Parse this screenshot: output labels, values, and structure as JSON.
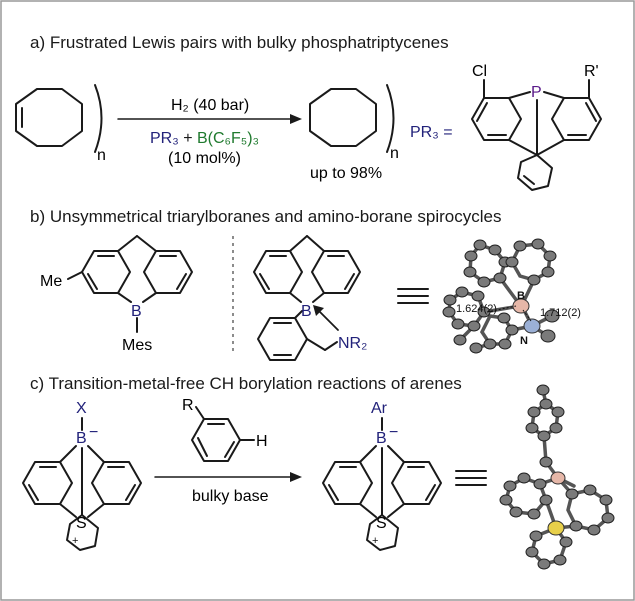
{
  "colors": {
    "text": "#1a1a1a",
    "boron_blue": "#22227a",
    "phosphorus_violet": "#5a1a8a",
    "borane_green": "#1f7a2e",
    "border": "#999999"
  },
  "panel_a": {
    "title": "a) Frustrated Lewis pairs with bulky phosphatriptycenes",
    "above_arrow": "H₂ (40 bar)",
    "below_arrow_pr3": "PR₃",
    "below_arrow_plus": " + ",
    "below_arrow_borane": "B(C₆F₅)₃",
    "catalyst_loading": "(10 mol%)",
    "reactant_subscript": "n",
    "product_subscript": "n",
    "yield": "up to 98%",
    "pr3_eq": "PR₃ =",
    "atom_cl": "Cl",
    "atom_p": "P",
    "atom_r": "R'"
  },
  "panel_b": {
    "title": "b) Unsymmetrical triarylboranes and amino-borane spirocycles",
    "me": "Me",
    "b1": "B",
    "mes": "Mes",
    "b2": "B",
    "nr2": "NR₂",
    "bond_left": "1.624(2)",
    "bond_right": "1.712(2)",
    "xray_b": "B",
    "xray_n": "N"
  },
  "panel_c": {
    "title": "c) Transition-metal-free CH borylation reactions of arenes",
    "x": "X",
    "b_left": "B",
    "charge_minus_left": "−",
    "s_left": "S",
    "charge_plus_left": "+",
    "reagent_r": "R",
    "reagent_h": "H",
    "base": "bulky base",
    "ar": "Ar",
    "b_right": "B",
    "charge_minus_right": "−",
    "s_right": "S",
    "charge_plus_right": "+"
  }
}
